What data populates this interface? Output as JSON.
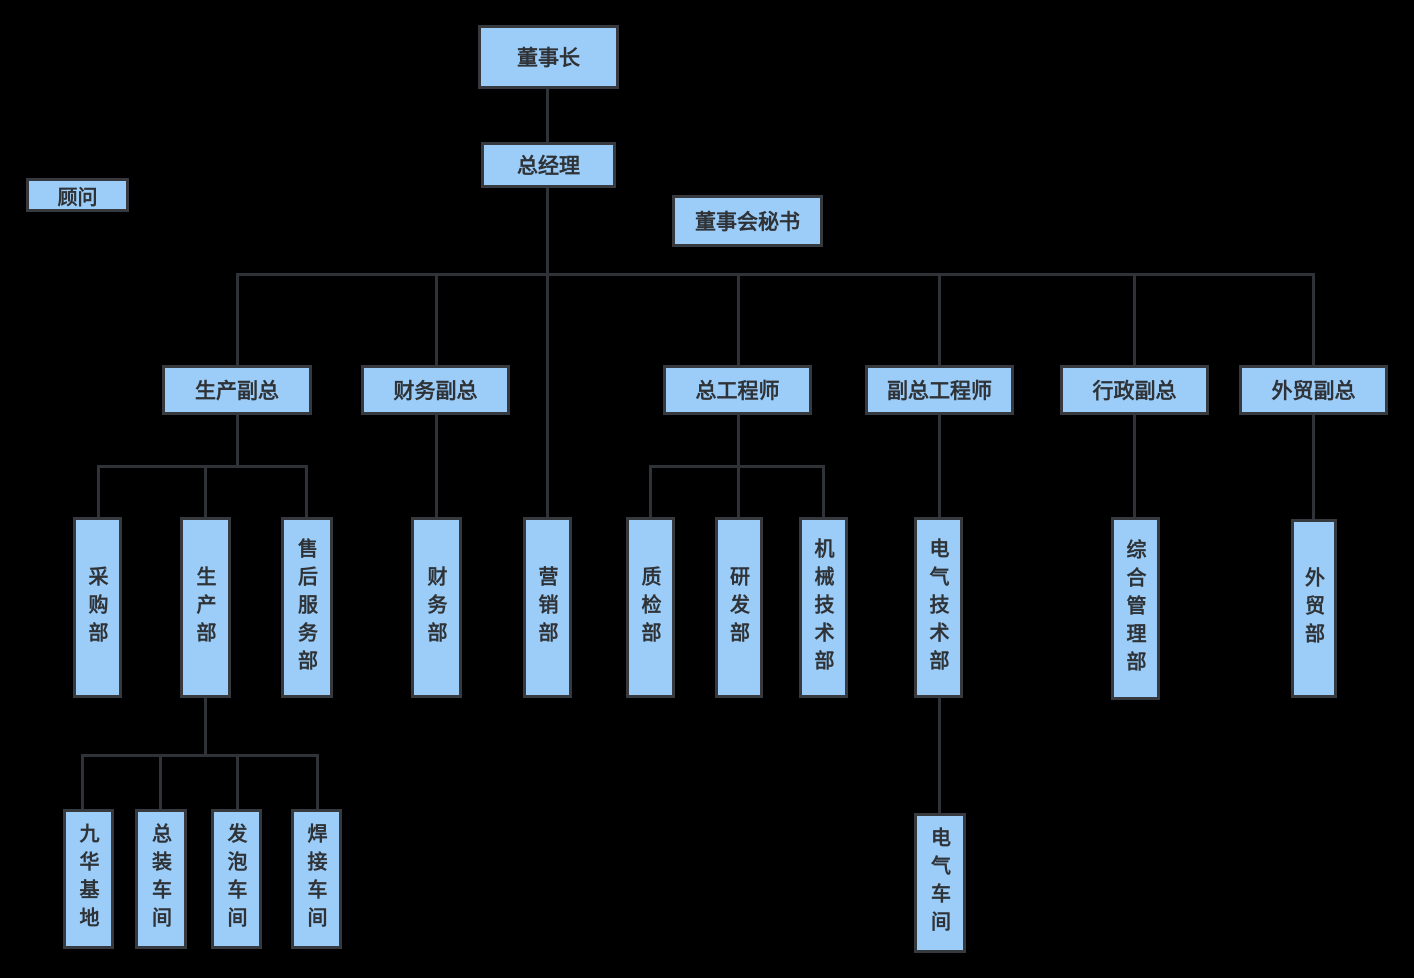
{
  "diagram": {
    "type": "org-chart",
    "background_color": "#000000",
    "node_fill_color": "#9bcdf8",
    "node_border_color": "#36393d",
    "connector_color": "#2f3337",
    "text_color": "#2f3337"
  },
  "nodes": {
    "chairman": "董事长",
    "general_manager": "总经理",
    "advisor": "顾问",
    "board_secretary": "董事会秘书",
    "production_vp": "生产副总",
    "finance_vp": "财务副总",
    "chief_engineer": "总工程师",
    "deputy_chief_engineer": "副总工程师",
    "admin_vp": "行政副总",
    "foreign_trade_vp": "外贸副总",
    "purchasing_dept": "采购部",
    "production_dept": "生产部",
    "after_sales_dept": "售后服务部",
    "finance_dept": "财务部",
    "marketing_dept": "营销部",
    "qc_dept": "质检部",
    "rd_dept": "研发部",
    "mech_tech_dept": "机械技术部",
    "electrical_tech_dept": "电气技术部",
    "general_mgmt_dept": "综合管理部",
    "foreign_trade_dept": "外贸部",
    "jiuhua_base": "九华基地",
    "assembly_workshop": "总装车间",
    "foaming_workshop": "发泡车间",
    "welding_workshop": "焊接车间",
    "electrical_workshop": "电气车间"
  }
}
